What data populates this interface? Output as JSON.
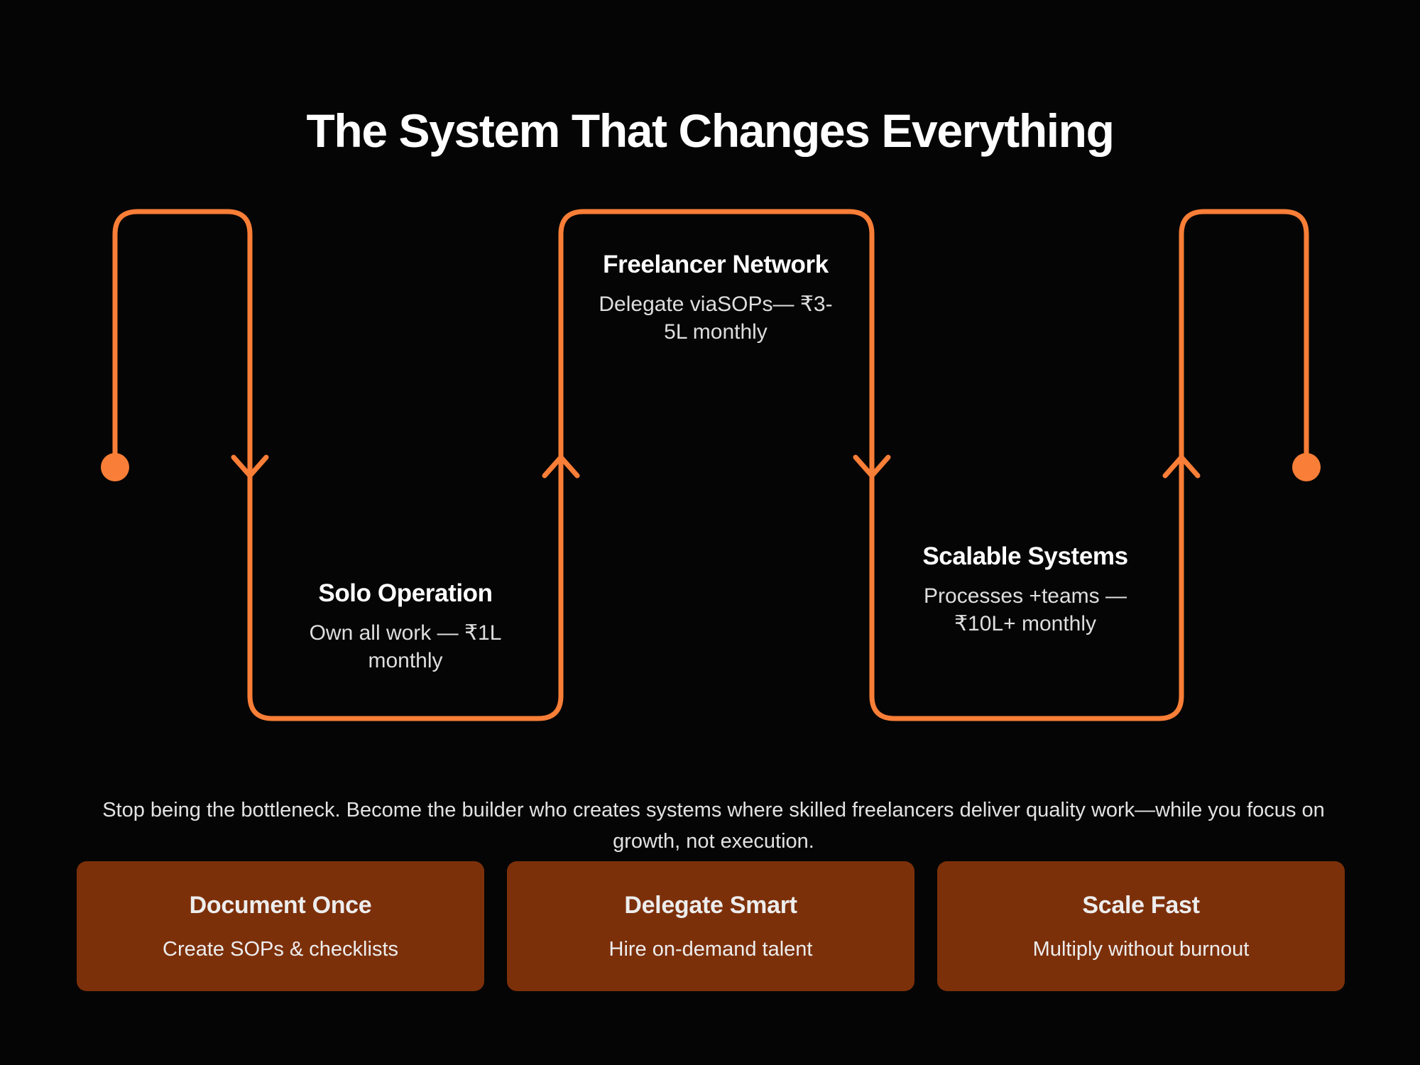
{
  "page": {
    "background_color": "#050505",
    "accent_color": "#f97e37",
    "title": "The System That Changes Everything"
  },
  "flow": {
    "stages": [
      {
        "id": "solo",
        "title": "Solo Operation",
        "description": "Own all work — ₹1L monthly"
      },
      {
        "id": "freelancer",
        "title": "Freelancer Network",
        "description": "Delegate viaSOPs— ₹3-5L monthly"
      },
      {
        "id": "scalable",
        "title": "Scalable Systems",
        "description": "Processes +teams — ₹10L+ monthly"
      }
    ]
  },
  "caption": "Stop being the bottleneck. Become the builder who creates systems where skilled freelancers deliver quality work—while you focus on growth, not execution.",
  "pillars": [
    {
      "title": "Document Once",
      "subtitle": "Create SOPs & checklists"
    },
    {
      "title": "Delegate Smart",
      "subtitle": "Hire on-demand talent"
    },
    {
      "title": "Scale Fast",
      "subtitle": "Multiply without burnout"
    }
  ]
}
